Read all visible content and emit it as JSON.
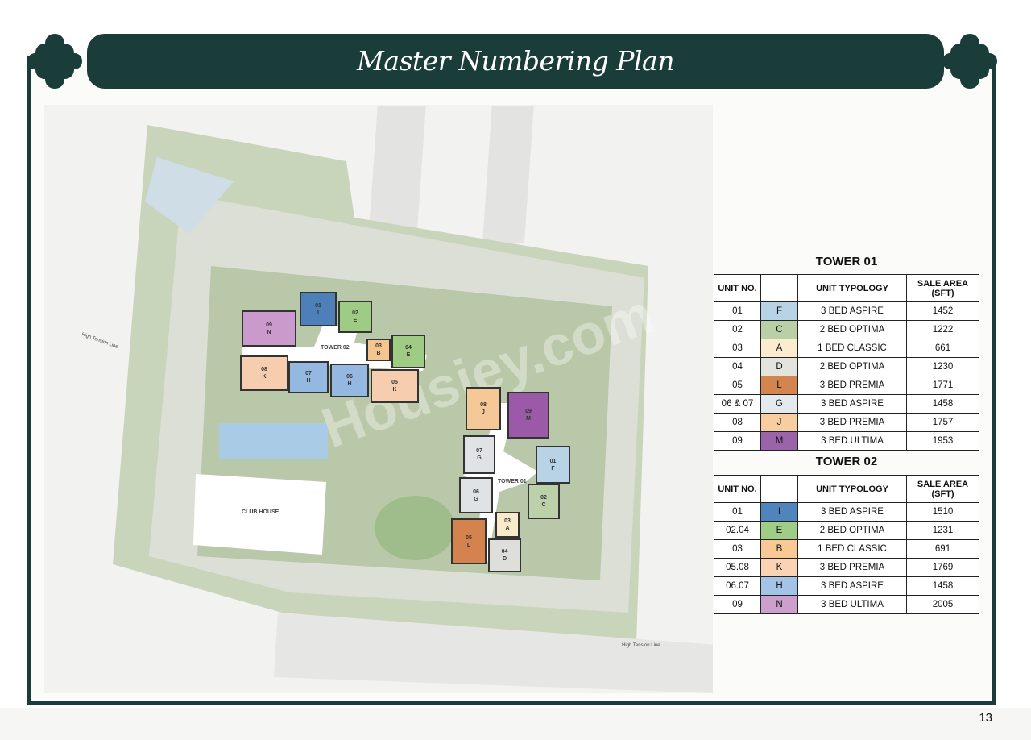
{
  "title": "Master Numbering Plan",
  "page_number": "13",
  "watermark": "Housiey.com",
  "colors": {
    "banner": "#1b3d3a"
  },
  "plan": {
    "labels": {
      "tower01": "TOWER 01",
      "tower02": "TOWER 02",
      "clubhouse": "CLUB HOUSE",
      "ht_line_1": "High Tension Line",
      "ht_line_2": "High Tension Line"
    },
    "tower02_units": [
      {
        "no": "09",
        "code": "N",
        "color": "#c99acb"
      },
      {
        "no": "01",
        "code": "I",
        "color": "#4d80b8"
      },
      {
        "no": "02",
        "code": "E",
        "color": "#9fcc84"
      },
      {
        "no": "03",
        "code": "B",
        "color": "#f6c48f"
      },
      {
        "no": "04",
        "code": "E",
        "color": "#9fcc84"
      },
      {
        "no": "08",
        "code": "K",
        "color": "#f7cdb0"
      },
      {
        "no": "07",
        "code": "H",
        "color": "#94b8df"
      },
      {
        "no": "06",
        "code": "H",
        "color": "#94b8df"
      },
      {
        "no": "05",
        "code": "K",
        "color": "#f7cdb0"
      }
    ],
    "tower01_units": [
      {
        "no": "08",
        "code": "J",
        "color": "#f5c898"
      },
      {
        "no": "09",
        "code": "M",
        "color": "#9a5aa8"
      },
      {
        "no": "07",
        "code": "G",
        "color": "#dfe3e6"
      },
      {
        "no": "06",
        "code": "G",
        "color": "#dfe3e6"
      },
      {
        "no": "01",
        "code": "F",
        "color": "#b8d2e6"
      },
      {
        "no": "02",
        "code": "C",
        "color": "#bcd0aa"
      },
      {
        "no": "03",
        "code": "A",
        "color": "#faeacc"
      },
      {
        "no": "05",
        "code": "L",
        "color": "#d4834e"
      },
      {
        "no": "04",
        "code": "D",
        "color": "#dedfdb"
      }
    ]
  },
  "tables": {
    "headers": {
      "unit_no": "UNIT NO.",
      "typology": "UNIT TYPOLOGY",
      "area": "SALE AREA (SFT)"
    },
    "tower01": {
      "title": "TOWER 01",
      "rows": [
        {
          "unit": "01",
          "code": "F",
          "color": "#b8d2e6",
          "typology": "3 BED ASPIRE",
          "area": "1452"
        },
        {
          "unit": "02",
          "code": "C",
          "color": "#b9cfa6",
          "typology": "2 BED OPTIMA",
          "area": "1222"
        },
        {
          "unit": "03",
          "code": "A",
          "color": "#fbeccf",
          "typology": "1 BED CLASSIC",
          "area": "661"
        },
        {
          "unit": "04",
          "code": "D",
          "color": "#e4e4de",
          "typology": "2 BED OPTIMA",
          "area": "1230"
        },
        {
          "unit": "05",
          "code": "L",
          "color": "#d4854f",
          "typology": "3 BED PREMIA",
          "area": "1771"
        },
        {
          "unit": "06 & 07",
          "code": "G",
          "color": "#e4e9ee",
          "typology": "3 BED ASPIRE",
          "area": "1458"
        },
        {
          "unit": "08",
          "code": "J",
          "color": "#f8cda0",
          "typology": "3 BED PREMIA",
          "area": "1757"
        },
        {
          "unit": "09",
          "code": "M",
          "color": "#9b63aa",
          "typology": "3 BED ULTIMA",
          "area": "1953"
        }
      ]
    },
    "tower02": {
      "title": "TOWER 02",
      "rows": [
        {
          "unit": "01",
          "code": "I",
          "color": "#4f84bd",
          "typology": "3 BED ASPIRE",
          "area": "1510"
        },
        {
          "unit": "02.04",
          "code": "E",
          "color": "#9fcd85",
          "typology": "2 BED OPTIMA",
          "area": "1231"
        },
        {
          "unit": "03",
          "code": "B",
          "color": "#f8c994",
          "typology": "1 BED CLASSIC",
          "area": "691"
        },
        {
          "unit": "05.08",
          "code": "K",
          "color": "#f9d3b4",
          "typology": "3 BED PREMIA",
          "area": "1769"
        },
        {
          "unit": "06.07",
          "code": "H",
          "color": "#a3c4e6",
          "typology": "3 BED ASPIRE",
          "area": "1458"
        },
        {
          "unit": "09",
          "code": "N",
          "color": "#cc9fcc",
          "typology": "3 BED ULTIMA",
          "area": "2005"
        }
      ]
    }
  }
}
